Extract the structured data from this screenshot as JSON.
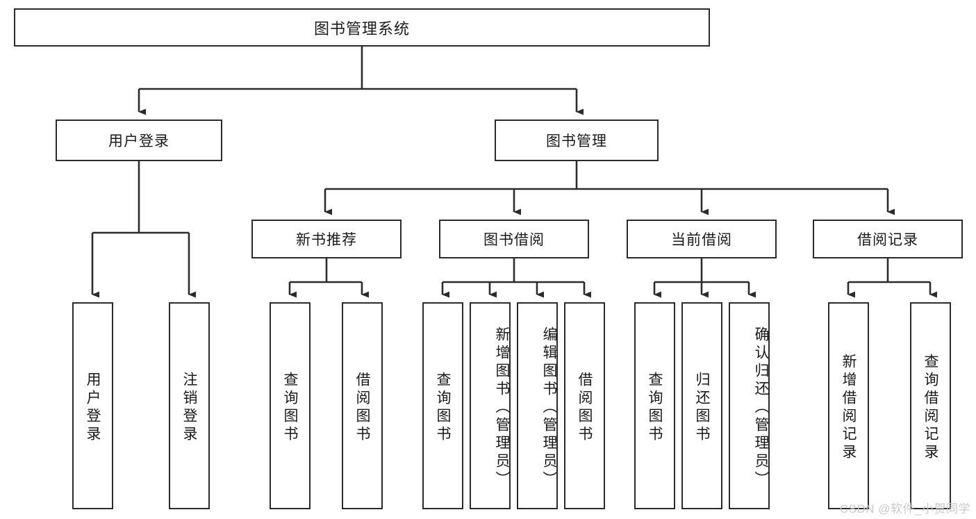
{
  "diagram": {
    "title": "图书管理系统",
    "type": "hierarchy-tree",
    "watermark": "CSDN @软件_小贺同学",
    "colors": {
      "border": "#2b2b2b",
      "background": "#ffffff",
      "text": "#1a1a1a",
      "watermark": "#c9c9c9"
    },
    "root": {
      "label": "图书管理系统"
    },
    "level2": [
      {
        "label": "用户登录"
      },
      {
        "label": "图书管理"
      }
    ],
    "level3": [
      {
        "label": "新书推荐"
      },
      {
        "label": "图书借阅"
      },
      {
        "label": "当前借阅"
      },
      {
        "label": "借阅记录"
      }
    ],
    "leaves": {
      "user_login": [
        {
          "label": "用户登录"
        },
        {
          "label": "注销登录"
        }
      ],
      "new_book": [
        {
          "label": "查询图书"
        },
        {
          "label": "借阅图书"
        }
      ],
      "book_borrow": [
        {
          "label": "查询图书"
        },
        {
          "label": "新增图书（管理员）"
        },
        {
          "label": "编辑图书（管理员）"
        },
        {
          "label": "借阅图书"
        }
      ],
      "current_borrow": [
        {
          "label": "查询图书"
        },
        {
          "label": "归还图书"
        },
        {
          "label": "确认归还（管理员）"
        }
      ],
      "borrow_record": [
        {
          "label": "新增借阅记录"
        },
        {
          "label": "查询借阅记录"
        }
      ]
    }
  }
}
